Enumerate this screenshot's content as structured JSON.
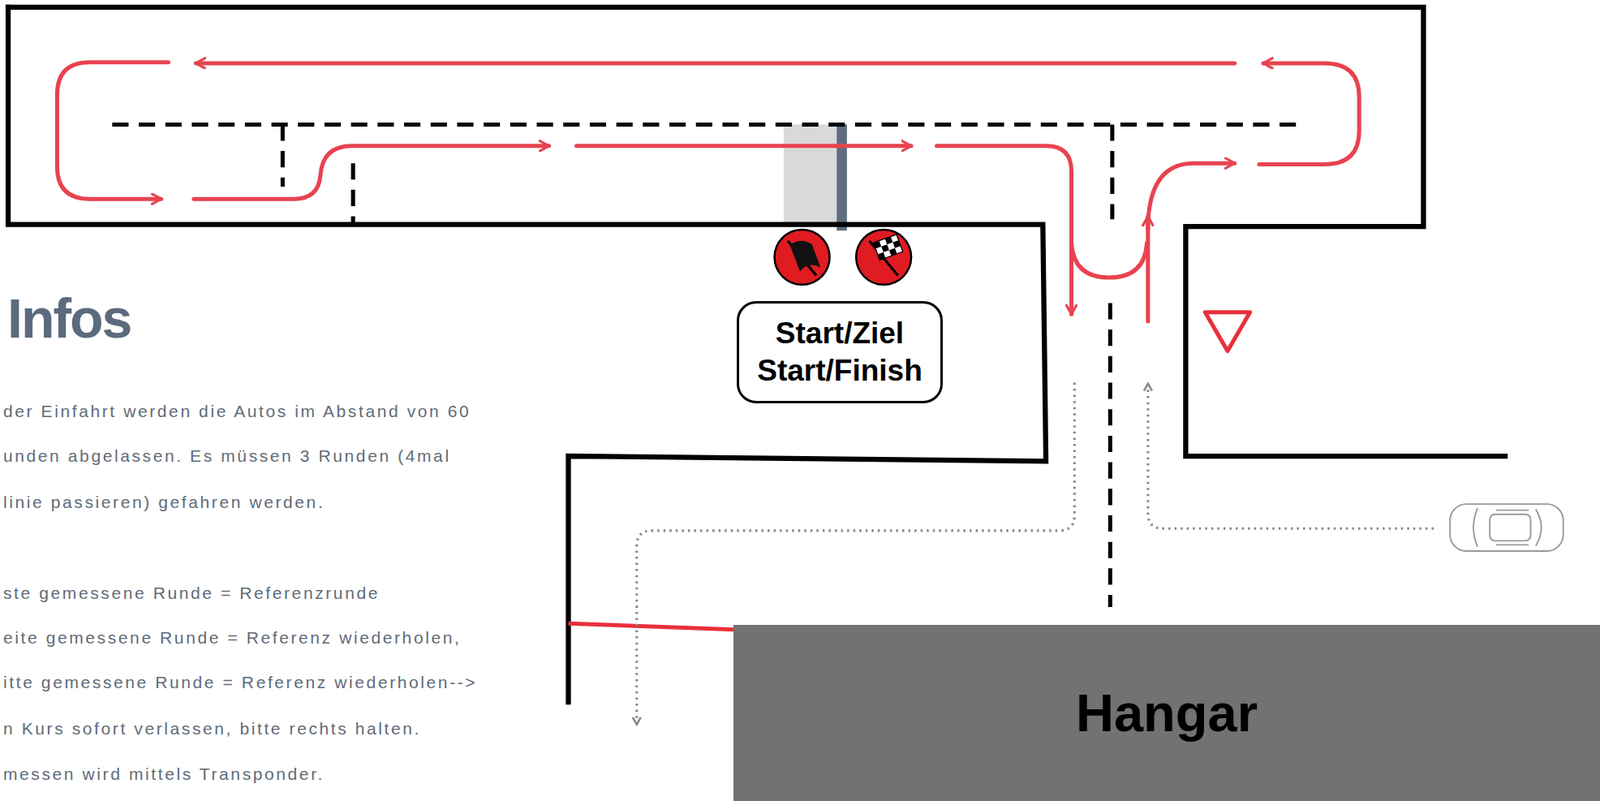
{
  "diagram": {
    "title": "Infos",
    "nodes": [
      {
        "text": [
          "Start/Ziel",
          "Start/Finish"
        ]
      },
      {
        "text": [
          "Hangar"
        ]
      }
    ],
    "labels": [
      "der Einfahrt werden die Autos im Abstand von 60",
      "unden abgelassen. Es müssen 3 Runden (4mal",
      "linie passieren) gefahren werden.",
      "ste gemessene Runde = Referenzrunde",
      "eite gemessene Runde = Referenz wiederholen,",
      "itte gemessene Runde = Referenz wiederholen-->",
      "n Kurs sofort verlassen, bitte rechts halten.",
      "messen wird mittels Transponder."
    ]
  }
}
